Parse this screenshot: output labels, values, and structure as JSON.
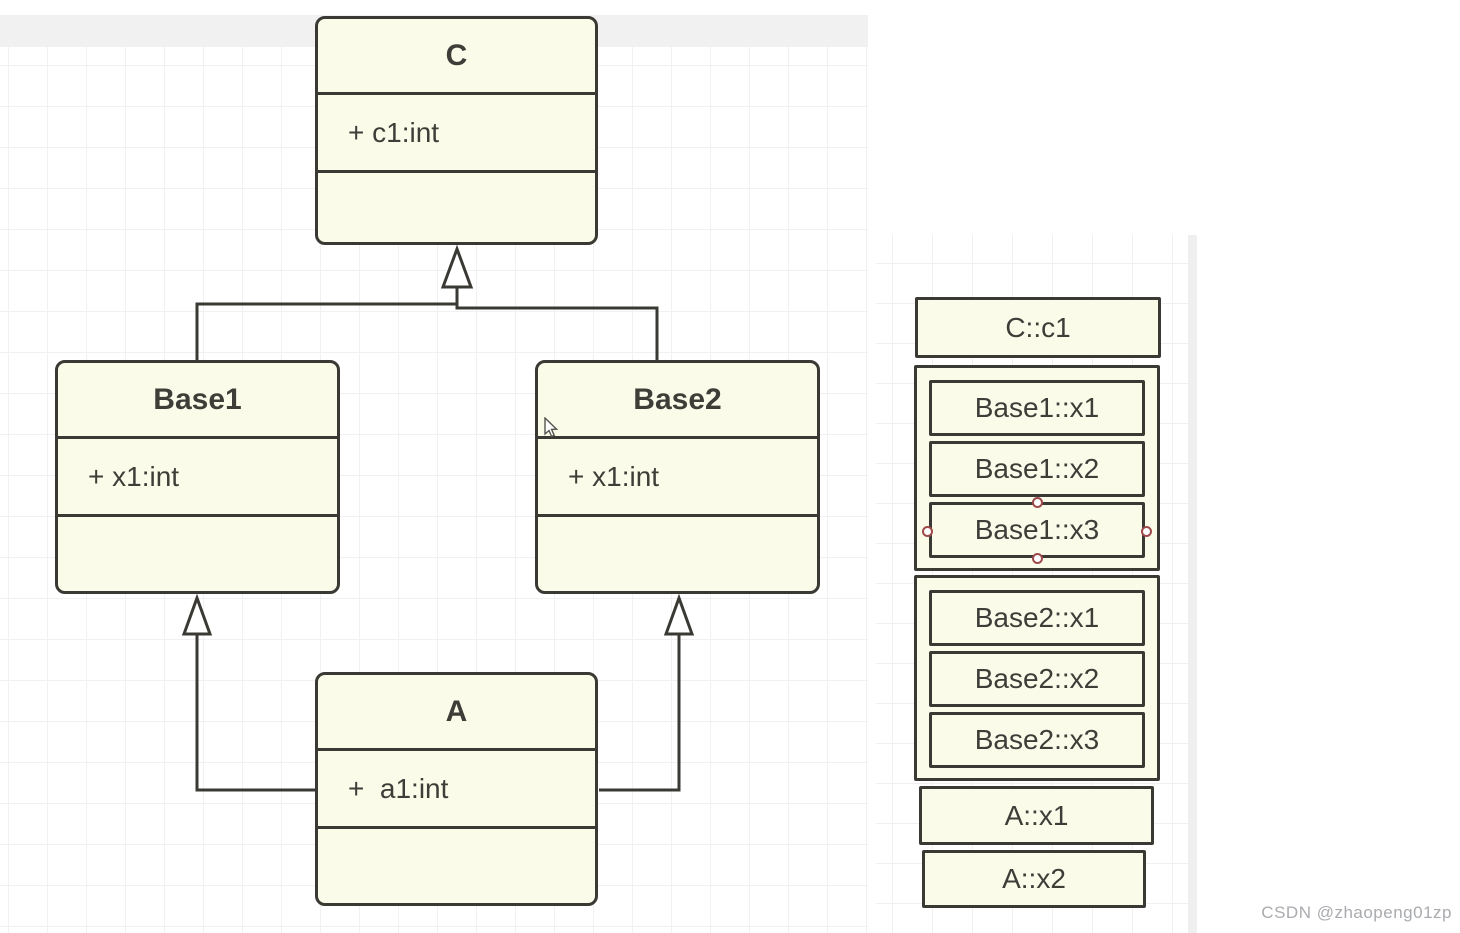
{
  "uml_diagram": {
    "classes": [
      {
        "name": "C",
        "attribute": "+ c1:int"
      },
      {
        "name": "Base1",
        "attribute": "+ x1:int"
      },
      {
        "name": "Base2",
        "attribute": "+ x1:int"
      },
      {
        "name": "A",
        "attribute": "+  a1:int"
      }
    ],
    "relations": [
      {
        "from": "Base1",
        "to": "C",
        "type": "generalization"
      },
      {
        "from": "Base2",
        "to": "C",
        "type": "generalization"
      },
      {
        "from": "A",
        "to": "Base1",
        "type": "generalization"
      },
      {
        "from": "A",
        "to": "Base2",
        "type": "generalization"
      }
    ]
  },
  "memory_layout": {
    "c_field": "C::c1",
    "base1_fields": [
      "Base1::x1",
      "Base1::x2",
      "Base1::x3"
    ],
    "base2_fields": [
      "Base2::x1",
      "Base2::x2",
      "Base2::x3"
    ],
    "a_fields": [
      "A::x1",
      "A::x2"
    ],
    "selected_field": "Base1::x3"
  },
  "watermark": "CSDN @zhaopeng01zp",
  "colors": {
    "box_fill": "#fbfbe9",
    "box_border": "#3a3933",
    "grid_line": "#f0f0f0",
    "toolbar_strip": "#f1f1f2",
    "selection_handle_ring": "#9e4a4a",
    "watermark_text": "#a9abae"
  }
}
